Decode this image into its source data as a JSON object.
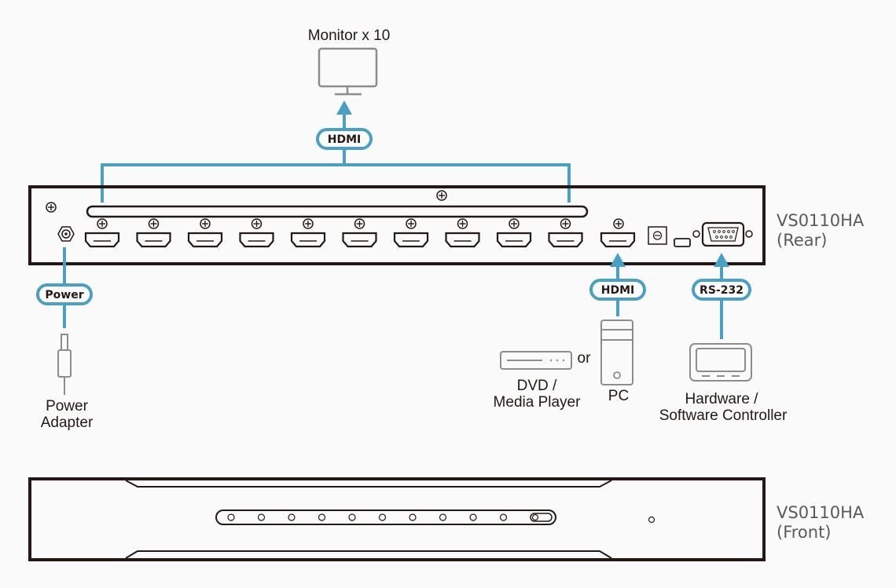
{
  "title": "VS0110HA connection diagram",
  "colors": {
    "connector_line": "#4a9fc4",
    "device_outline": "#231815",
    "peripheral_outline": "#8c8c8c",
    "model_label": "#5a5a5a",
    "background": "#fafafa"
  },
  "monitor": {
    "label": "Monitor x 10",
    "icon": "monitor-icon"
  },
  "output_link": {
    "label": "HDMI",
    "icon": "arrow-up-icon"
  },
  "rear_panel": {
    "model": "VS0110HA",
    "view": "(Rear)",
    "hdmi_outputs": 10,
    "hdmi_inputs": 1,
    "ports": [
      "power-jack",
      "hdmi-out x10",
      "hdmi-in",
      "firmware-switch",
      "mini-usb",
      "rs232-db9"
    ]
  },
  "power_link": {
    "label": "Power"
  },
  "power_adapter": {
    "label_line1": "Power",
    "label_line2": "Adapter"
  },
  "input_link": {
    "label": "HDMI"
  },
  "source": {
    "dvd_line1": "DVD /",
    "dvd_line2": "Media Player",
    "or_text": "or",
    "pc_label": "PC"
  },
  "control_link": {
    "label": "RS-232"
  },
  "controller": {
    "label_line1": "Hardware /",
    "label_line2": "Software Controller"
  },
  "front_panel": {
    "model": "VS0110HA",
    "view": "(Front)",
    "leds": 10
  }
}
